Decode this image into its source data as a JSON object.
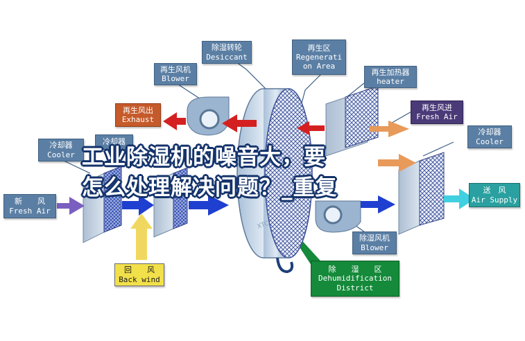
{
  "headline": {
    "line1": "工业除湿机的噪音大，要",
    "line2": "怎么处理解决问题？_重复"
  },
  "labels": {
    "desiccant": {
      "cn": "除湿转轮",
      "en": "Desiccant"
    },
    "regen_area": {
      "cn": "再生区",
      "en1": "Regenerati",
      "en2": "on Area"
    },
    "regen_blower": {
      "cn": "再生风机",
      "en": "Blower"
    },
    "regen_heater": {
      "cn": "再生加热器",
      "en": "heater"
    },
    "exhaust": {
      "cn": "再生风出",
      "en": "Exhaust"
    },
    "fresh_air_regen": {
      "cn": "再生风进",
      "en": "Fresh Air"
    },
    "cooler_left": {
      "cn": "冷却器",
      "en": "Cooler"
    },
    "cooler_mid": {
      "cn": "冷却器",
      "en": ""
    },
    "cooler_right": {
      "cn": "冷却器",
      "en": "Cooler"
    },
    "fresh_air": {
      "cn": "新　　风",
      "en": "Fresh Air"
    },
    "air_supply": {
      "cn": "送　风",
      "en": "Air Supply"
    },
    "back_wind": {
      "cn": "回　　风",
      "en": "Back wind"
    },
    "dehum_blower": {
      "cn": "除湿风机",
      "en": "Blower"
    },
    "dehum_district": {
      "cn": "除　　湿　　区",
      "en1": "Dehumidification",
      "en2": "District"
    }
  },
  "watermark": "XTC",
  "colors": {
    "label_blue": "#5b7fa4",
    "exhaust_orange": "#c55a2a",
    "back_wind_yellow": "#f2e04a",
    "air_supply_teal": "#2aa0a0",
    "district_green": "#148a3a",
    "fresh_air_dark": "#4a3a78",
    "arrow_red": "#d42020",
    "arrow_blue": "#1f3fd0",
    "arrow_orange": "#e89a5a",
    "arrow_purple": "#7a5fc0",
    "arrow_yellow": "#f0d860",
    "arrow_cyan": "#40d0e0"
  }
}
